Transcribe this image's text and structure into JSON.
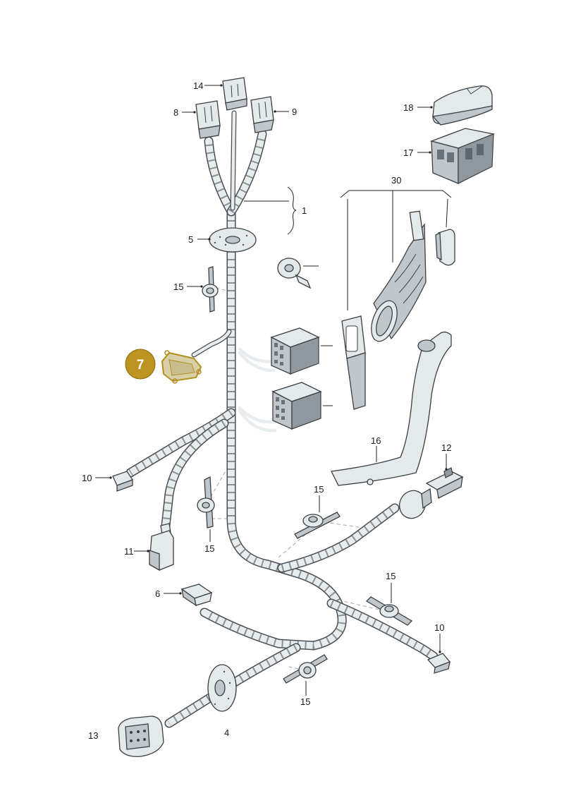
{
  "labels": {
    "l1": "1",
    "l4": "4",
    "l5": "5",
    "l6": "6",
    "l8": "8",
    "l9": "9",
    "l10a": "10",
    "l10b": "10",
    "l11": "11",
    "l12": "12",
    "l13": "13",
    "l14": "14",
    "l15a": "15",
    "l15b": "15",
    "l15c": "15",
    "l15d": "15",
    "l15e": "15",
    "l16": "16",
    "l17": "17",
    "l18": "18",
    "l30": "30"
  },
  "highlight": {
    "number": "7",
    "badge_color": "#bd9421",
    "part_color": "#d8cfa8"
  }
}
